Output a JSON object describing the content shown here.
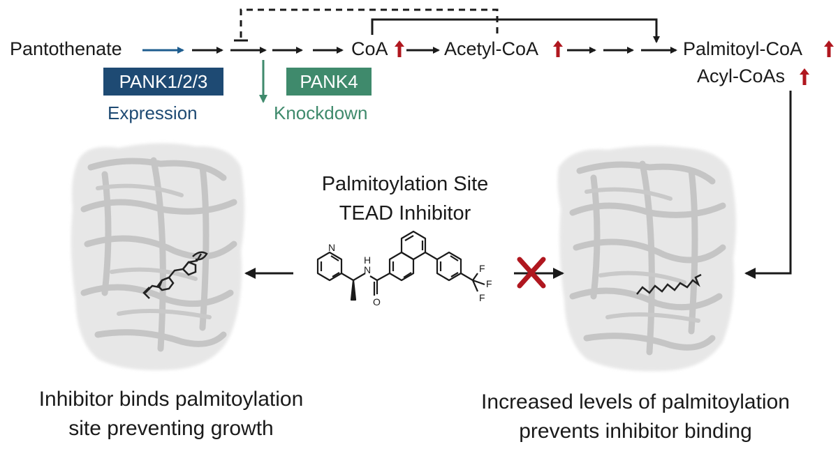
{
  "pathway": {
    "start": "Pantothenate",
    "coa": "CoA",
    "acetyl_coa": "Acetyl-CoA",
    "palmitoyl_coa": "Palmitoyl-CoA",
    "acyl_coas": "Acyl-CoAs"
  },
  "enzymes": {
    "pank123": {
      "label": "PANK1/2/3",
      "caption": "Expression",
      "color": "#1e4a73"
    },
    "pank4": {
      "label": "PANK4",
      "caption": "Knockdown",
      "color": "#3f8a6c"
    }
  },
  "inhibitor": {
    "title_line1": "Palmitoylation Site",
    "title_line2": "TEAD Inhibitor",
    "atoms": {
      "nitrogen_ring": "N",
      "nitrogen_amide": "N",
      "hydrogen": "H",
      "oxygen": "O",
      "fluorine": "F"
    }
  },
  "outcomes": {
    "left_line1": "Inhibitor binds palmitoylation",
    "left_line2": "site preventing growth",
    "right_line1": "Increased levels of palmitoylation",
    "right_line2": "prevents inhibitor binding"
  },
  "colors": {
    "increase_arrow": "#b0171f",
    "block_x": "#b0171f",
    "text": "#1a1a1a",
    "protein": "#cfcfcf"
  }
}
